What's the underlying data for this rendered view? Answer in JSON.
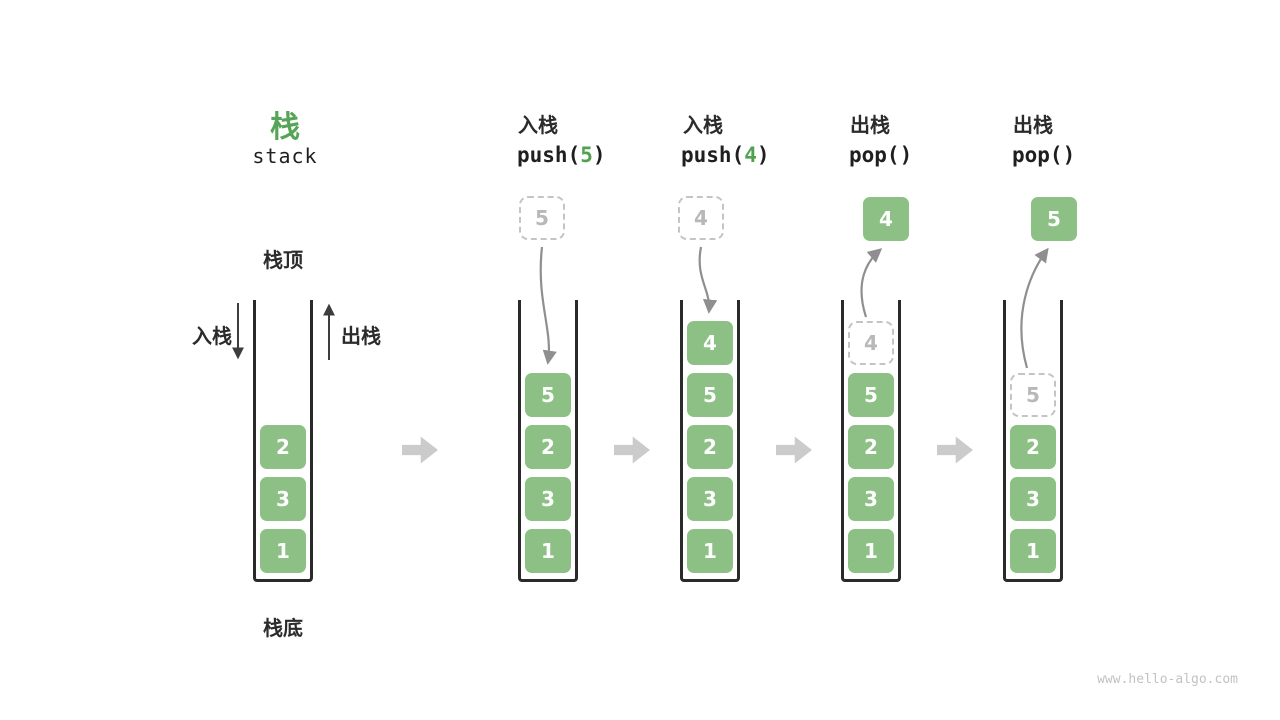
{
  "legend": {
    "title": "栈",
    "subtitle": "stack",
    "stack_top": "栈顶",
    "stack_bottom": "栈底",
    "push": "入栈",
    "pop": "出栈"
  },
  "columns": [
    {
      "name": "initial-stack",
      "cells": [
        "2",
        "3",
        "1"
      ]
    },
    {
      "label": "入栈",
      "call": {
        "pre": "push(",
        "arg": "5",
        "post": ")"
      },
      "float": "5",
      "cells": [
        "5",
        "2",
        "3",
        "1"
      ]
    },
    {
      "label": "入栈",
      "call": {
        "pre": "push(",
        "arg": "4",
        "post": ")"
      },
      "float": "4",
      "cells": [
        "4",
        "5",
        "2",
        "3",
        "1"
      ]
    },
    {
      "label": "出栈",
      "call": {
        "pre": "pop(",
        "arg": "",
        "post": ")"
      },
      "float": "4",
      "ghost": "4",
      "cells": [
        "5",
        "2",
        "3",
        "1"
      ]
    },
    {
      "label": "出栈",
      "call": {
        "pre": "pop(",
        "arg": "",
        "post": ")"
      },
      "float": "5",
      "ghost": "5",
      "cells": [
        "2",
        "3",
        "1"
      ]
    }
  ],
  "colors": {
    "cell_green": "#8cc084",
    "title_green": "#56a456",
    "call_arg_green": "#4fa24f",
    "ghost_gray": "#b8b8b8",
    "curve_arrow_gray": "#8f8f8f",
    "transition_arrow_gray": "#cbcbcb",
    "container_border": "#2a2a2a"
  },
  "watermark": "www.hello-algo.com"
}
